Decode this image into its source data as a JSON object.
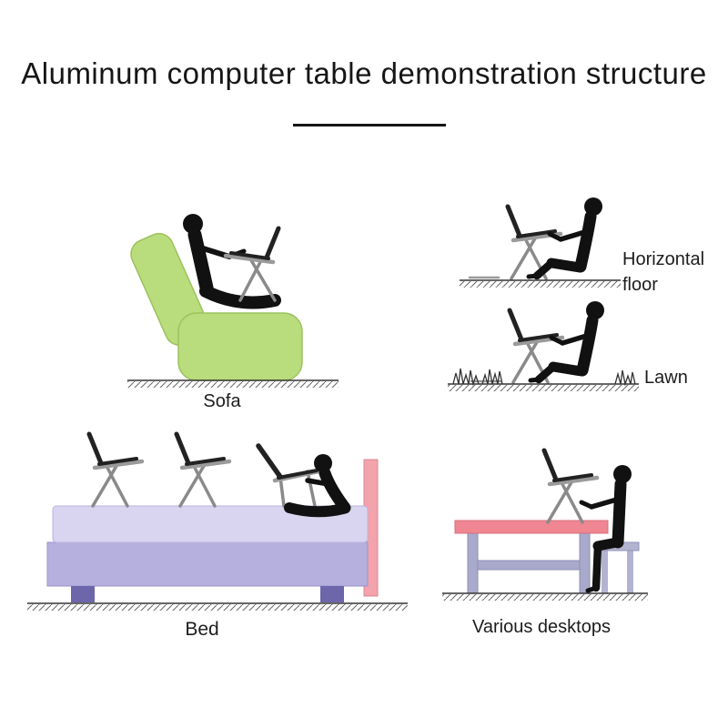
{
  "title": "Aluminum computer table demonstration structure",
  "labels": {
    "sofa": "Sofa",
    "horizontal_floor": "Horizontal floor",
    "lawn": "Lawn",
    "bed": "Bed",
    "desktops": "Various desktops"
  },
  "scenes": [
    "sofa",
    "horizontal-floor",
    "lawn",
    "bed",
    "various-desktops"
  ],
  "colors": {
    "sofa_green": "#b9dc7c",
    "sofa_green_edge": "#9cc25e",
    "bed_frame_purple": "#b6b0de",
    "mattress_lavender": "#d9d5f0",
    "bed_feet_purple": "#6d66aa",
    "headboard_pink": "#f2a3ac",
    "table_pink": "#ef8691",
    "table_leg_gray": "#a9a9cb",
    "stool_gray": "#b3b3d1",
    "figure_black": "#111111",
    "stand_gray": "#909090",
    "ground_line": "#333333"
  }
}
